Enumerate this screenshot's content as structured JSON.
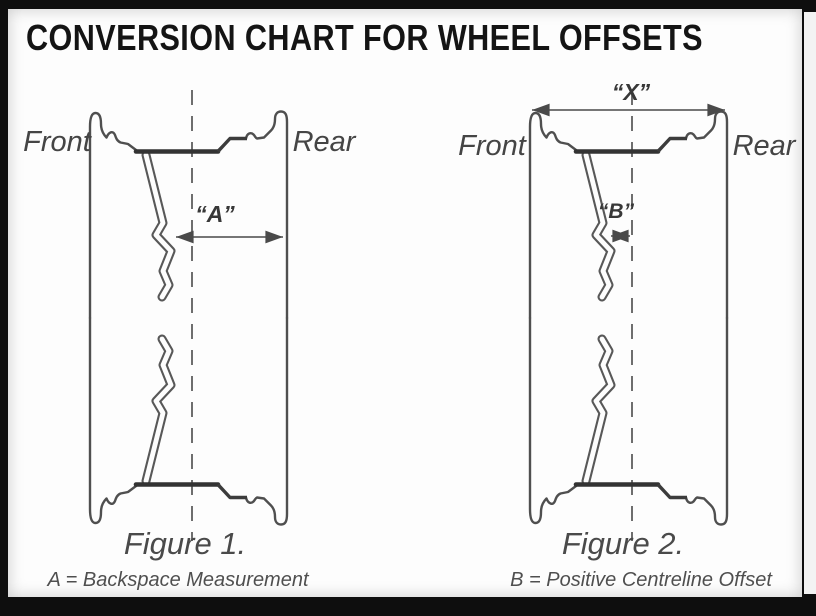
{
  "title": "CONVERSION CHART FOR WHEEL OFFSETS",
  "colors": {
    "frame": "#0e0e0e",
    "paper": "#fdfdfd",
    "line_art": "#4f4f4f",
    "heavy_line": "#333333",
    "label_text": "#454545",
    "title_text": "#141414"
  },
  "figures": [
    {
      "name": "figure-1",
      "front_label": "Front",
      "rear_label": "Rear",
      "dimension_label": "“A”",
      "caption": "Figure 1.",
      "legend": "A = Backspace Measurement"
    },
    {
      "name": "figure-2",
      "front_label": "Front",
      "rear_label": "Rear",
      "dimension_label": "“B”",
      "overall_width_label": "“X”",
      "caption": "Figure 2.",
      "legend": "B = Positive Centreline Offset"
    }
  ]
}
